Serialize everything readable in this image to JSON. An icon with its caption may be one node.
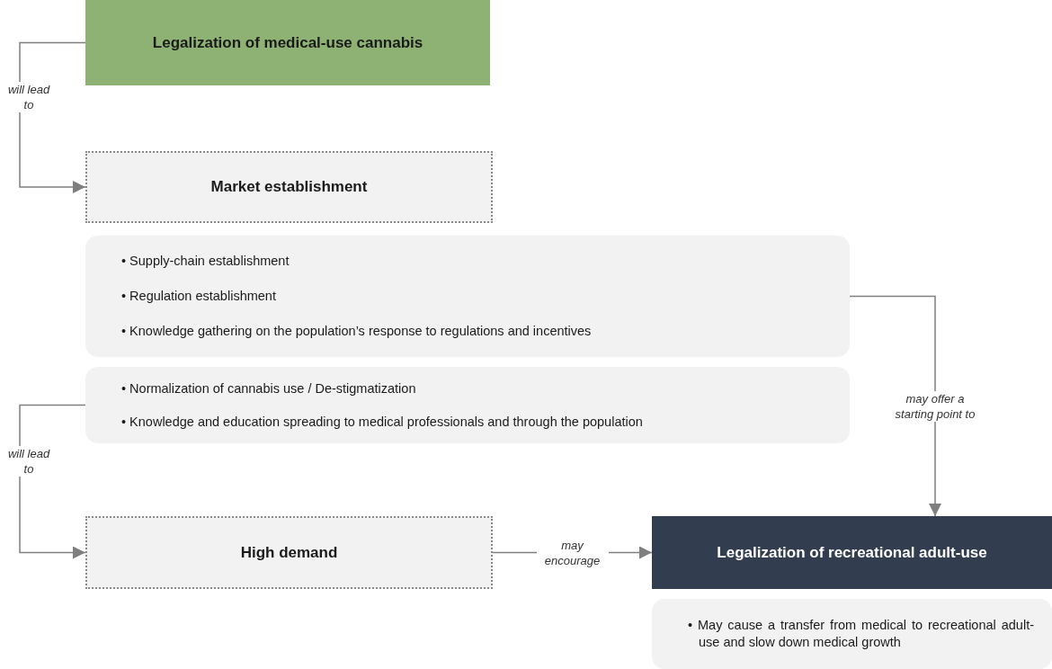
{
  "diagram": {
    "nodes": [
      {
        "text": [
          "Legalization of medical-use cannabis"
        ]
      },
      {
        "text": [
          "Market establishment"
        ]
      },
      {
        "text": [
          "• Supply-chain establishment",
          "• Regulation establishment",
          "• Knowledge gathering on the population’s response to regulations and incentives"
        ]
      },
      {
        "text": [
          "• Normalization of cannabis use / De-stigmatization",
          "• Knowledge and education spreading to medical professionals and through the population"
        ]
      },
      {
        "text": [
          "High demand"
        ]
      },
      {
        "text": [
          "Legalization of recreational adult-use"
        ]
      },
      {
        "text": [
          "• May cause a transfer from medical to recreational adult-use and slow down medical growth"
        ]
      }
    ],
    "edges": [
      {
        "from": 0,
        "to": 1,
        "arrow": "to",
        "label": "will lead to"
      },
      {
        "from": 3,
        "to": 4,
        "arrow": "to",
        "label": "will lead to"
      },
      {
        "from": 2,
        "to": 5,
        "arrow": "to",
        "label": "may offer a starting point to"
      },
      {
        "from": 4,
        "to": 5,
        "arrow": "to",
        "label": "may encourage"
      }
    ]
  }
}
